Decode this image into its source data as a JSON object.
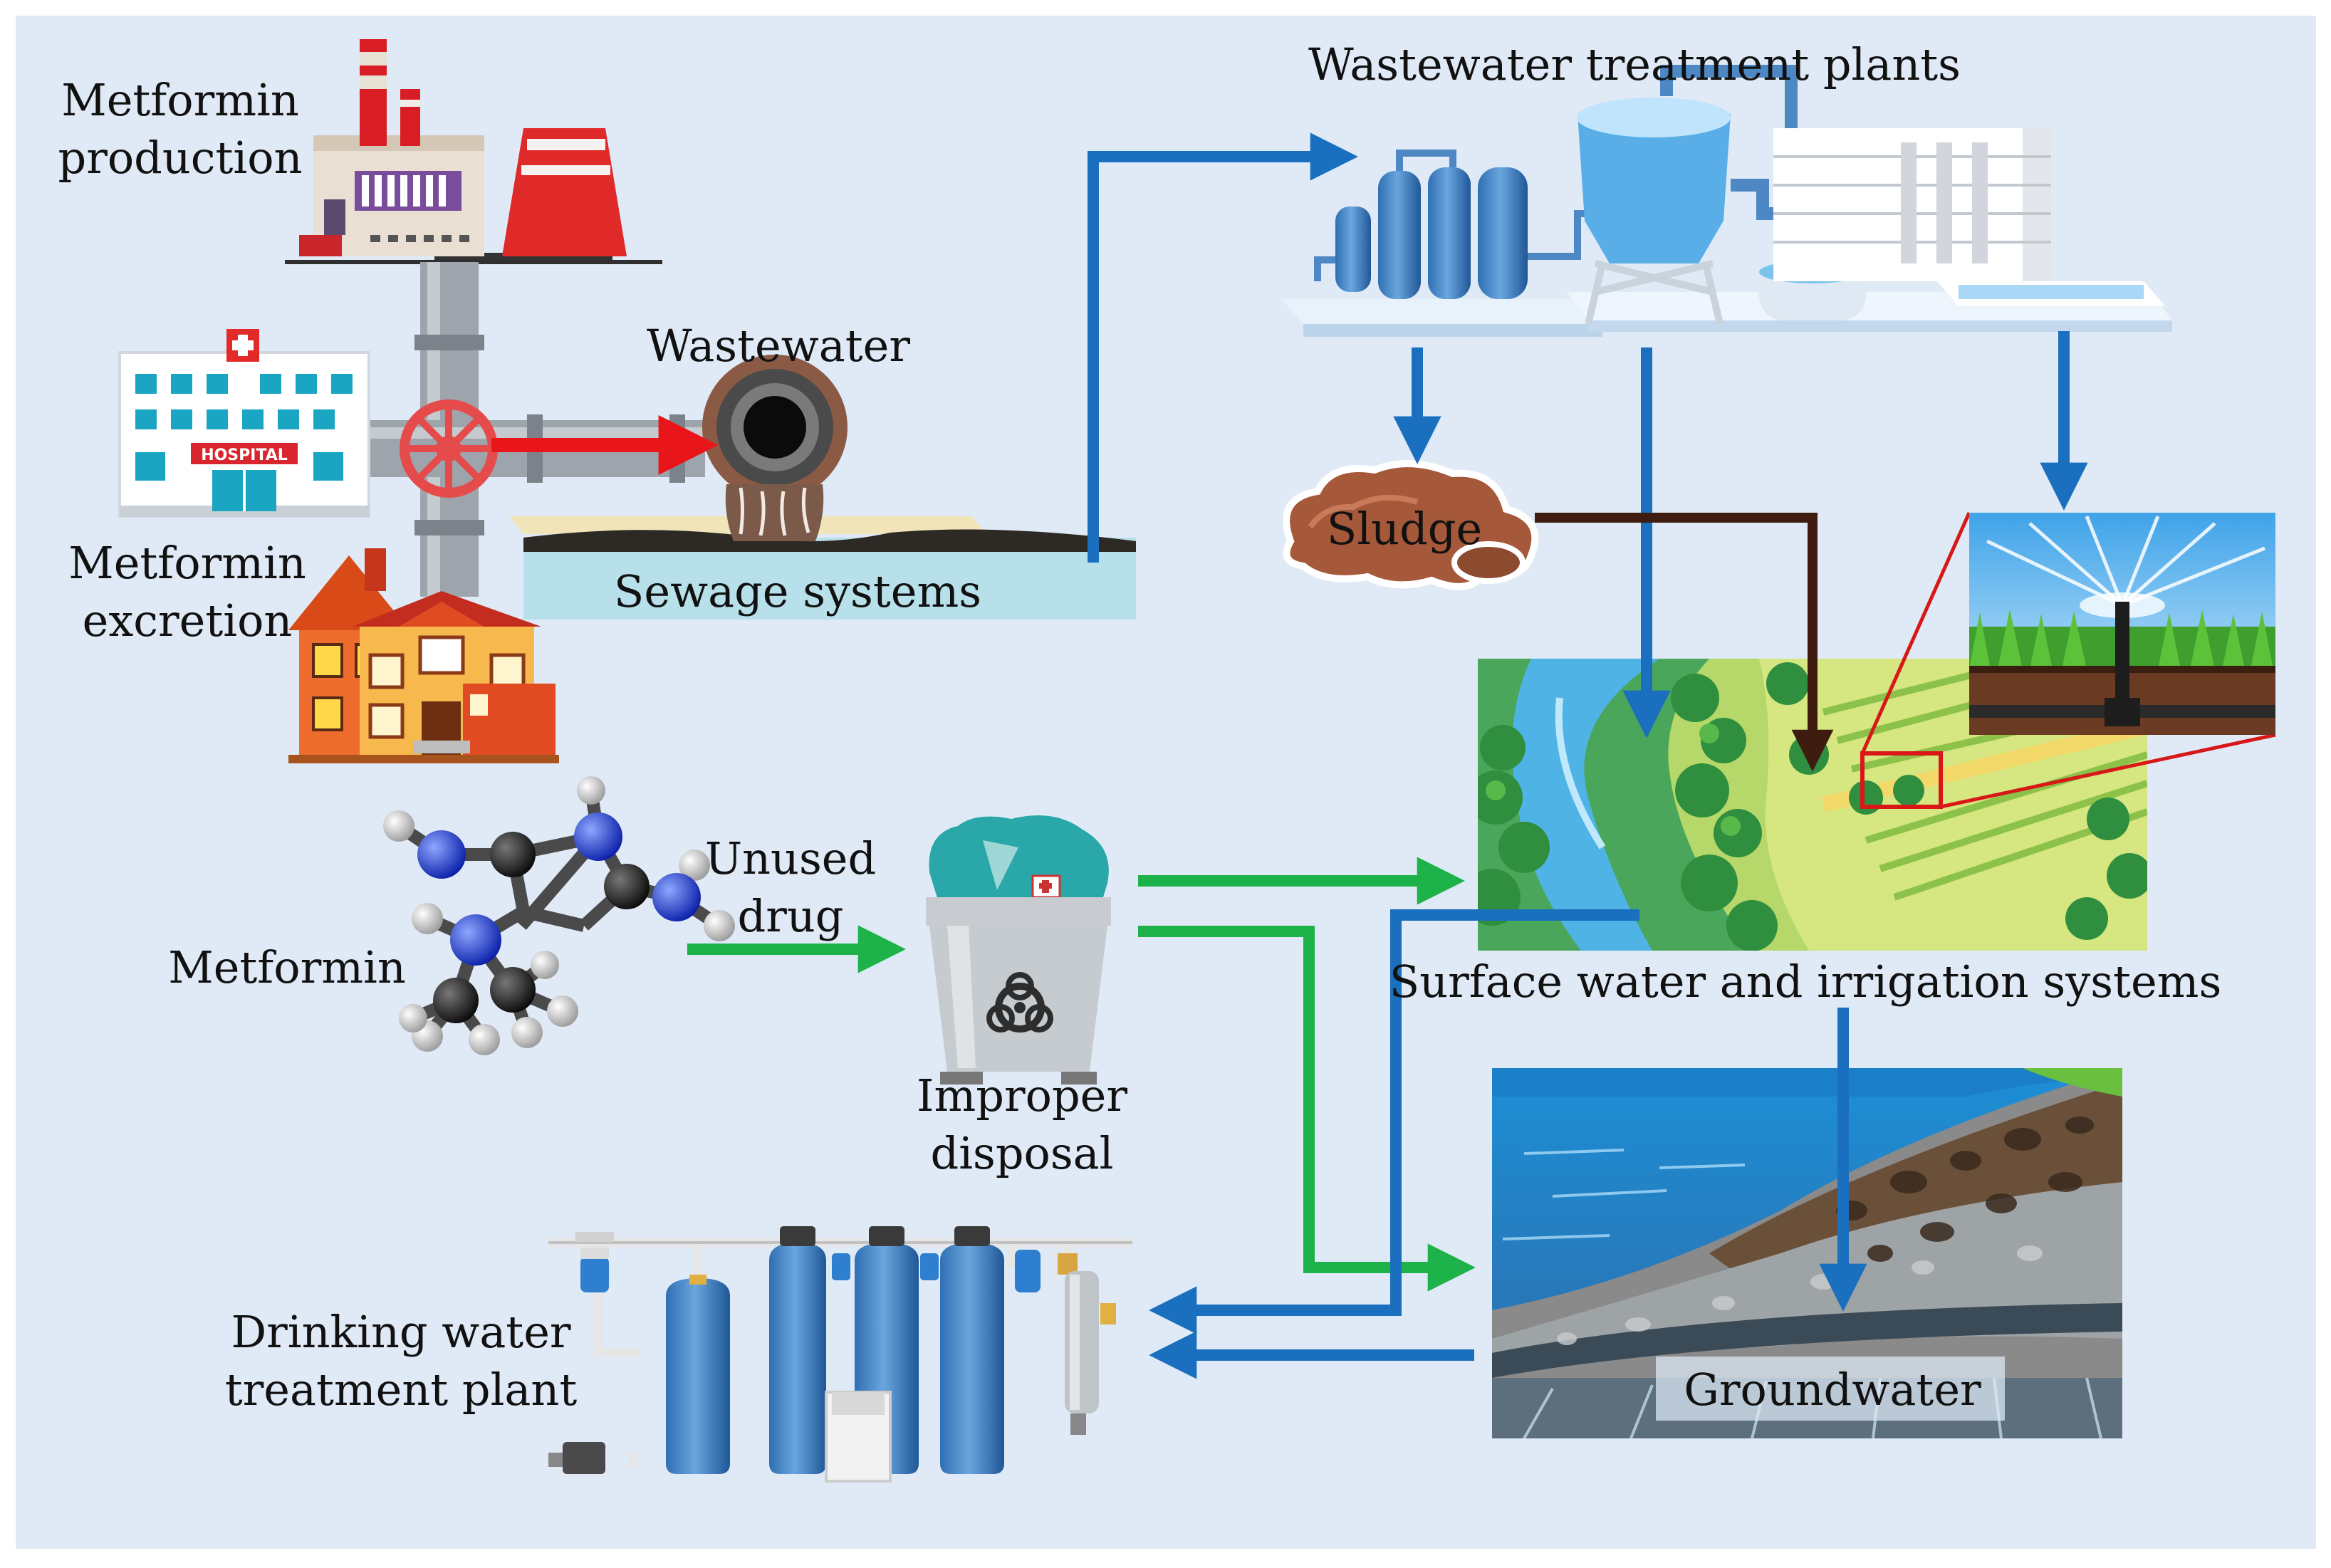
{
  "labels": {
    "metformin_production_1": "Metformin",
    "metformin_production_2": "production",
    "wastewater": "Wastewater",
    "metformin_excretion_1": "Metformin",
    "metformin_excretion_2": "excretion",
    "sewage_systems": "Sewage systems",
    "hospital_sign": "HOSPITAL",
    "wwtp": "Wastewater treatment plants",
    "sludge": "Sludge",
    "surface_water": "Surface water and irrigation systems",
    "unused_drug_1": "Unused",
    "unused_drug_2": "drug",
    "metformin": "Metformin",
    "improper_disposal_1": "Improper",
    "improper_disposal_2": "disposal",
    "groundwater": "Groundwater",
    "drinking_water_1": "Drinking water",
    "drinking_water_2": "treatment plant"
  },
  "colors": {
    "background": "#dfeaf6",
    "flow_blue": "#1a6fbf",
    "flow_green": "#1db24a",
    "flow_red": "#e8161b",
    "flow_sludge": "#3e1c10",
    "highlight_red": "#d81818"
  },
  "icons": {
    "factory": "factory-icon",
    "hospital": "hospital-icon",
    "houses": "houses-icon",
    "pipe": "sewer-pipe-icon",
    "wwtp": "treatment-plant-icon",
    "sludge": "sludge-pile-icon",
    "landscape": "river-farmland-icon",
    "sprinkler": "irrigation-sprinkler-icon",
    "molecule": "metformin-molecule-icon",
    "bin": "biohazard-bin-icon",
    "filters": "water-filter-tanks-icon",
    "soil": "soil-cross-section-icon"
  }
}
